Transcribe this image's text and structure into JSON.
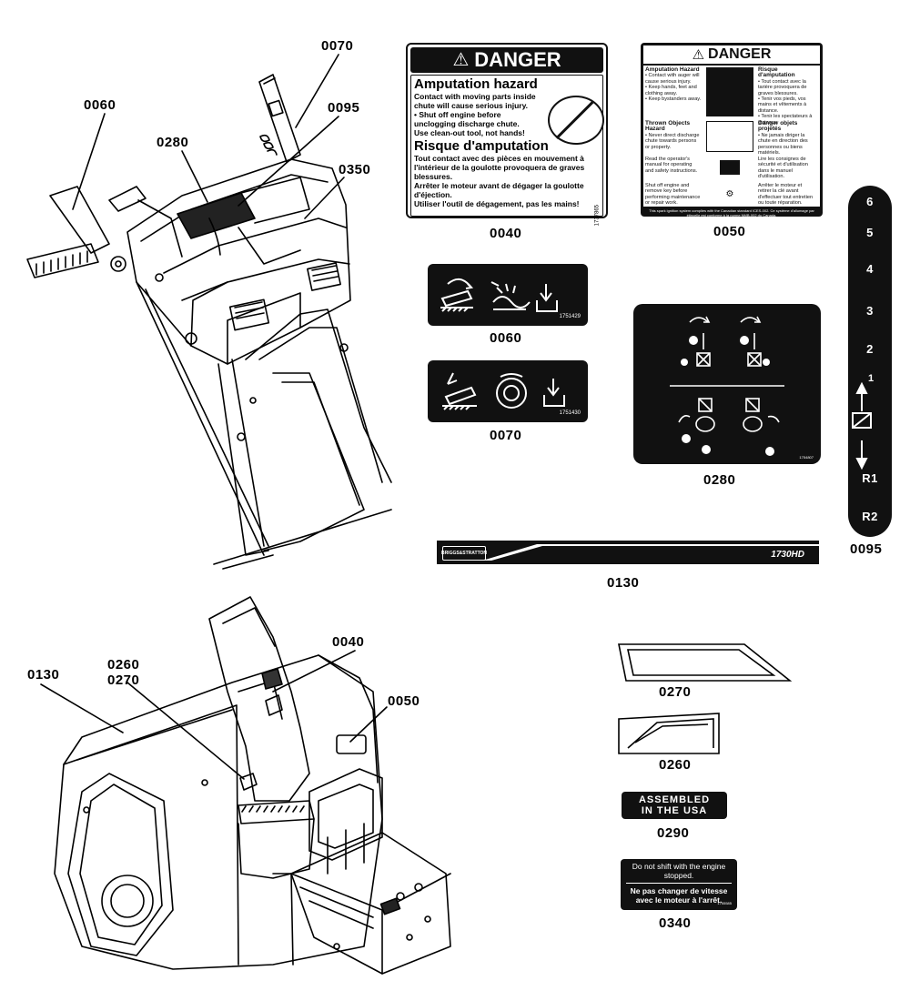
{
  "callouts": {
    "c0070": "0070",
    "c0060": "0060",
    "c0280": "0280",
    "c0095": "0095",
    "c0350": "0350",
    "c0130": "0130",
    "c0260_0270": "0260\n0270",
    "c0040": "0040",
    "c0050": "0050"
  },
  "labels": {
    "l0040": "0040",
    "l0050": "0050",
    "l0060": "0060",
    "l0070": "0070",
    "l0280": "0280",
    "l0095": "0095",
    "l0130": "0130",
    "l0270": "0270",
    "l0260": "0260",
    "l0290": "0290",
    "l0340": "0340"
  },
  "decal_0040": {
    "header": "DANGER",
    "title_en": "Amputation hazard",
    "body_en": "Contact with moving parts inside chute will cause serious injury.",
    "bullets_en": [
      "Shut off engine before unclogging discharge chute.",
      "Use clean-out tool, not hands!"
    ],
    "title_fr": "Risque d'amputation",
    "body_fr": "Tout contact avec des pièces en mouvement à l'intérieur de la goulotte provoquera de graves blessures.",
    "bullets_fr": [
      "Arrêter le moteur avant de dégager la goulotte d'éjection.",
      "Utiliser l'outil de dégagement, pas les mains!"
    ],
    "partno": "1737865"
  },
  "decal_0050": {
    "header": "DANGER",
    "r1_en_title": "Amputation Hazard",
    "r1_en": "• Contact with auger will cause serious injury.\n• Keep hands, feet and clothing away.\n• Keep bystanders away.",
    "r1_fr_title": "Risque d'amputation",
    "r1_fr": "• Tout contact avec la tarière provoquera de graves blessures.\n• Tenir vos pieds, vos mains et vêtements à distance.\n• Tenir les spectateurs à distance.",
    "r2_en_title": "Thrown Objects Hazard",
    "r2_en": "• Never direct discharge chute towards persons or property.",
    "r2_fr_title": "Danger objets projetés",
    "r2_fr": "• Ne jamais diriger la chute en direction des personnes ou biens matériels.",
    "r3_en": "Read the operator's manual for operating and safety instructions.",
    "r3_fr": "Lire les consignes de sécurité et d'utilisation dans le manuel d'utilisation.",
    "r4_en": "Shut off engine and remove key before performing maintenance or repair work.",
    "r4_fr": "Arrêter le moteur et retirer la clé avant d'effectuer tout entretien ou toute réparation.",
    "footer": "This spark ignition system complies with the Canadian standard ICES-002. Ce système d'allumage par étincelle est conforme à la norme NMB-002 du Canada.",
    "partno": "1737866"
  },
  "decal_0060": {
    "partno": "1751429"
  },
  "decal_0070": {
    "partno": "1751430"
  },
  "decal_0280": {
    "partno": "1754807"
  },
  "decal_0095": {
    "gears": [
      "6",
      "5",
      "4",
      "3",
      "2",
      "1",
      "R1",
      "R2"
    ]
  },
  "decal_0130": {
    "brand": "BRIGGS&STRATTON",
    "model": "1730HD"
  },
  "decal_0290": {
    "line1": "ASSEMBLED",
    "line2": "IN THE USA"
  },
  "decal_0340": {
    "en": "Do not shift with the engine stopped.",
    "fr": "Ne pas changer de vitesse avec le moteur à l'arrêt.",
    "partno": "1755585"
  }
}
